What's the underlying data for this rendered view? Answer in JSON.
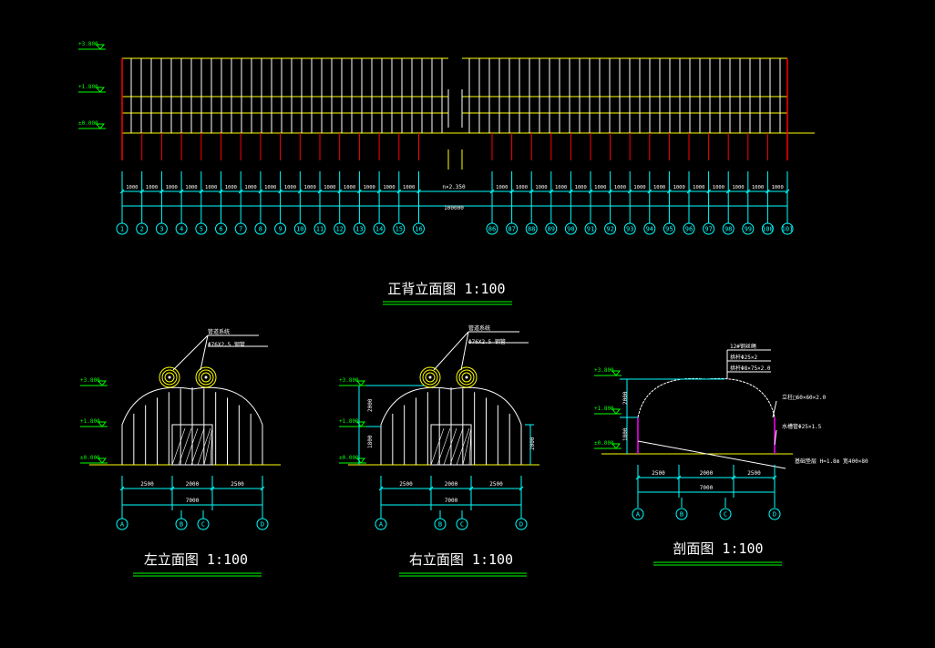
{
  "colors": {
    "background": "#000000",
    "white": "#ffffff",
    "yellow": "#ffff00",
    "red": "#ff0000",
    "cyan": "#00ffff",
    "green": "#00ff00",
    "magenta": "#ff00ff"
  },
  "front": {
    "title": "正背立面图 1:100",
    "levels": [
      "+3.800",
      "+1.800",
      "±0.000"
    ],
    "dims_left": [
      "1000",
      "1000",
      "1000",
      "1000",
      "1000",
      "1000",
      "1000",
      "1000",
      "1000",
      "1000",
      "1000",
      "1000",
      "1000",
      "1000",
      "1000"
    ],
    "dim_mid": "n×2.350",
    "dims_right": [
      "1000",
      "1000",
      "1000",
      "1000",
      "1000",
      "1000",
      "1000",
      "1000",
      "1000",
      "1000",
      "1000",
      "1000",
      "1000",
      "1000",
      "1000"
    ],
    "dim_total": "100000",
    "axes_left": [
      "1",
      "2",
      "3",
      "4",
      "5",
      "6",
      "7",
      "8",
      "9",
      "10",
      "11",
      "12",
      "13",
      "14",
      "15",
      "16"
    ],
    "axes_right": [
      "86",
      "87",
      "88",
      "89",
      "90",
      "91",
      "92",
      "93",
      "94",
      "95",
      "96",
      "97",
      "98",
      "99",
      "100",
      "101"
    ]
  },
  "left": {
    "title": "左立面图 1:100",
    "levels": [
      "+3.800",
      "+1.800",
      "±0.000"
    ],
    "callout1": "管道系统",
    "callout2": "Φ76X2.5 钢管",
    "dims": [
      "2500",
      "2000",
      "2500"
    ],
    "total": "7000",
    "axes": [
      "A",
      "B",
      "C",
      "D"
    ]
  },
  "right": {
    "title": "右立面图 1:100",
    "levels": [
      "+3.800",
      "+1.800",
      "±0.000"
    ],
    "callout1": "管道系统",
    "callout2": "Φ76X2.5 钢管",
    "vdims": [
      "2000",
      "1800"
    ],
    "door_h": "2000",
    "dims": [
      "2500",
      "2000",
      "2500"
    ],
    "total": "7000",
    "axes": [
      "A",
      "B",
      "C",
      "D"
    ]
  },
  "section": {
    "title": "剖面图 1:100",
    "levels": [
      "+3.800",
      "+1.800",
      "±0.000"
    ],
    "notes": [
      "12#钢丝绳",
      "拱杆Φ25×2",
      "拱杆Φ8×75×2.0",
      "立柱□60×60×2.0",
      "水槽管Φ25×1.5",
      "基础垫层 H=1.8m 宽400×80"
    ],
    "vdims": [
      "2000",
      "1800"
    ],
    "dims": [
      "2500",
      "2000",
      "2500"
    ],
    "total": "7000",
    "axes": [
      "A",
      "B",
      "C",
      "D"
    ]
  }
}
